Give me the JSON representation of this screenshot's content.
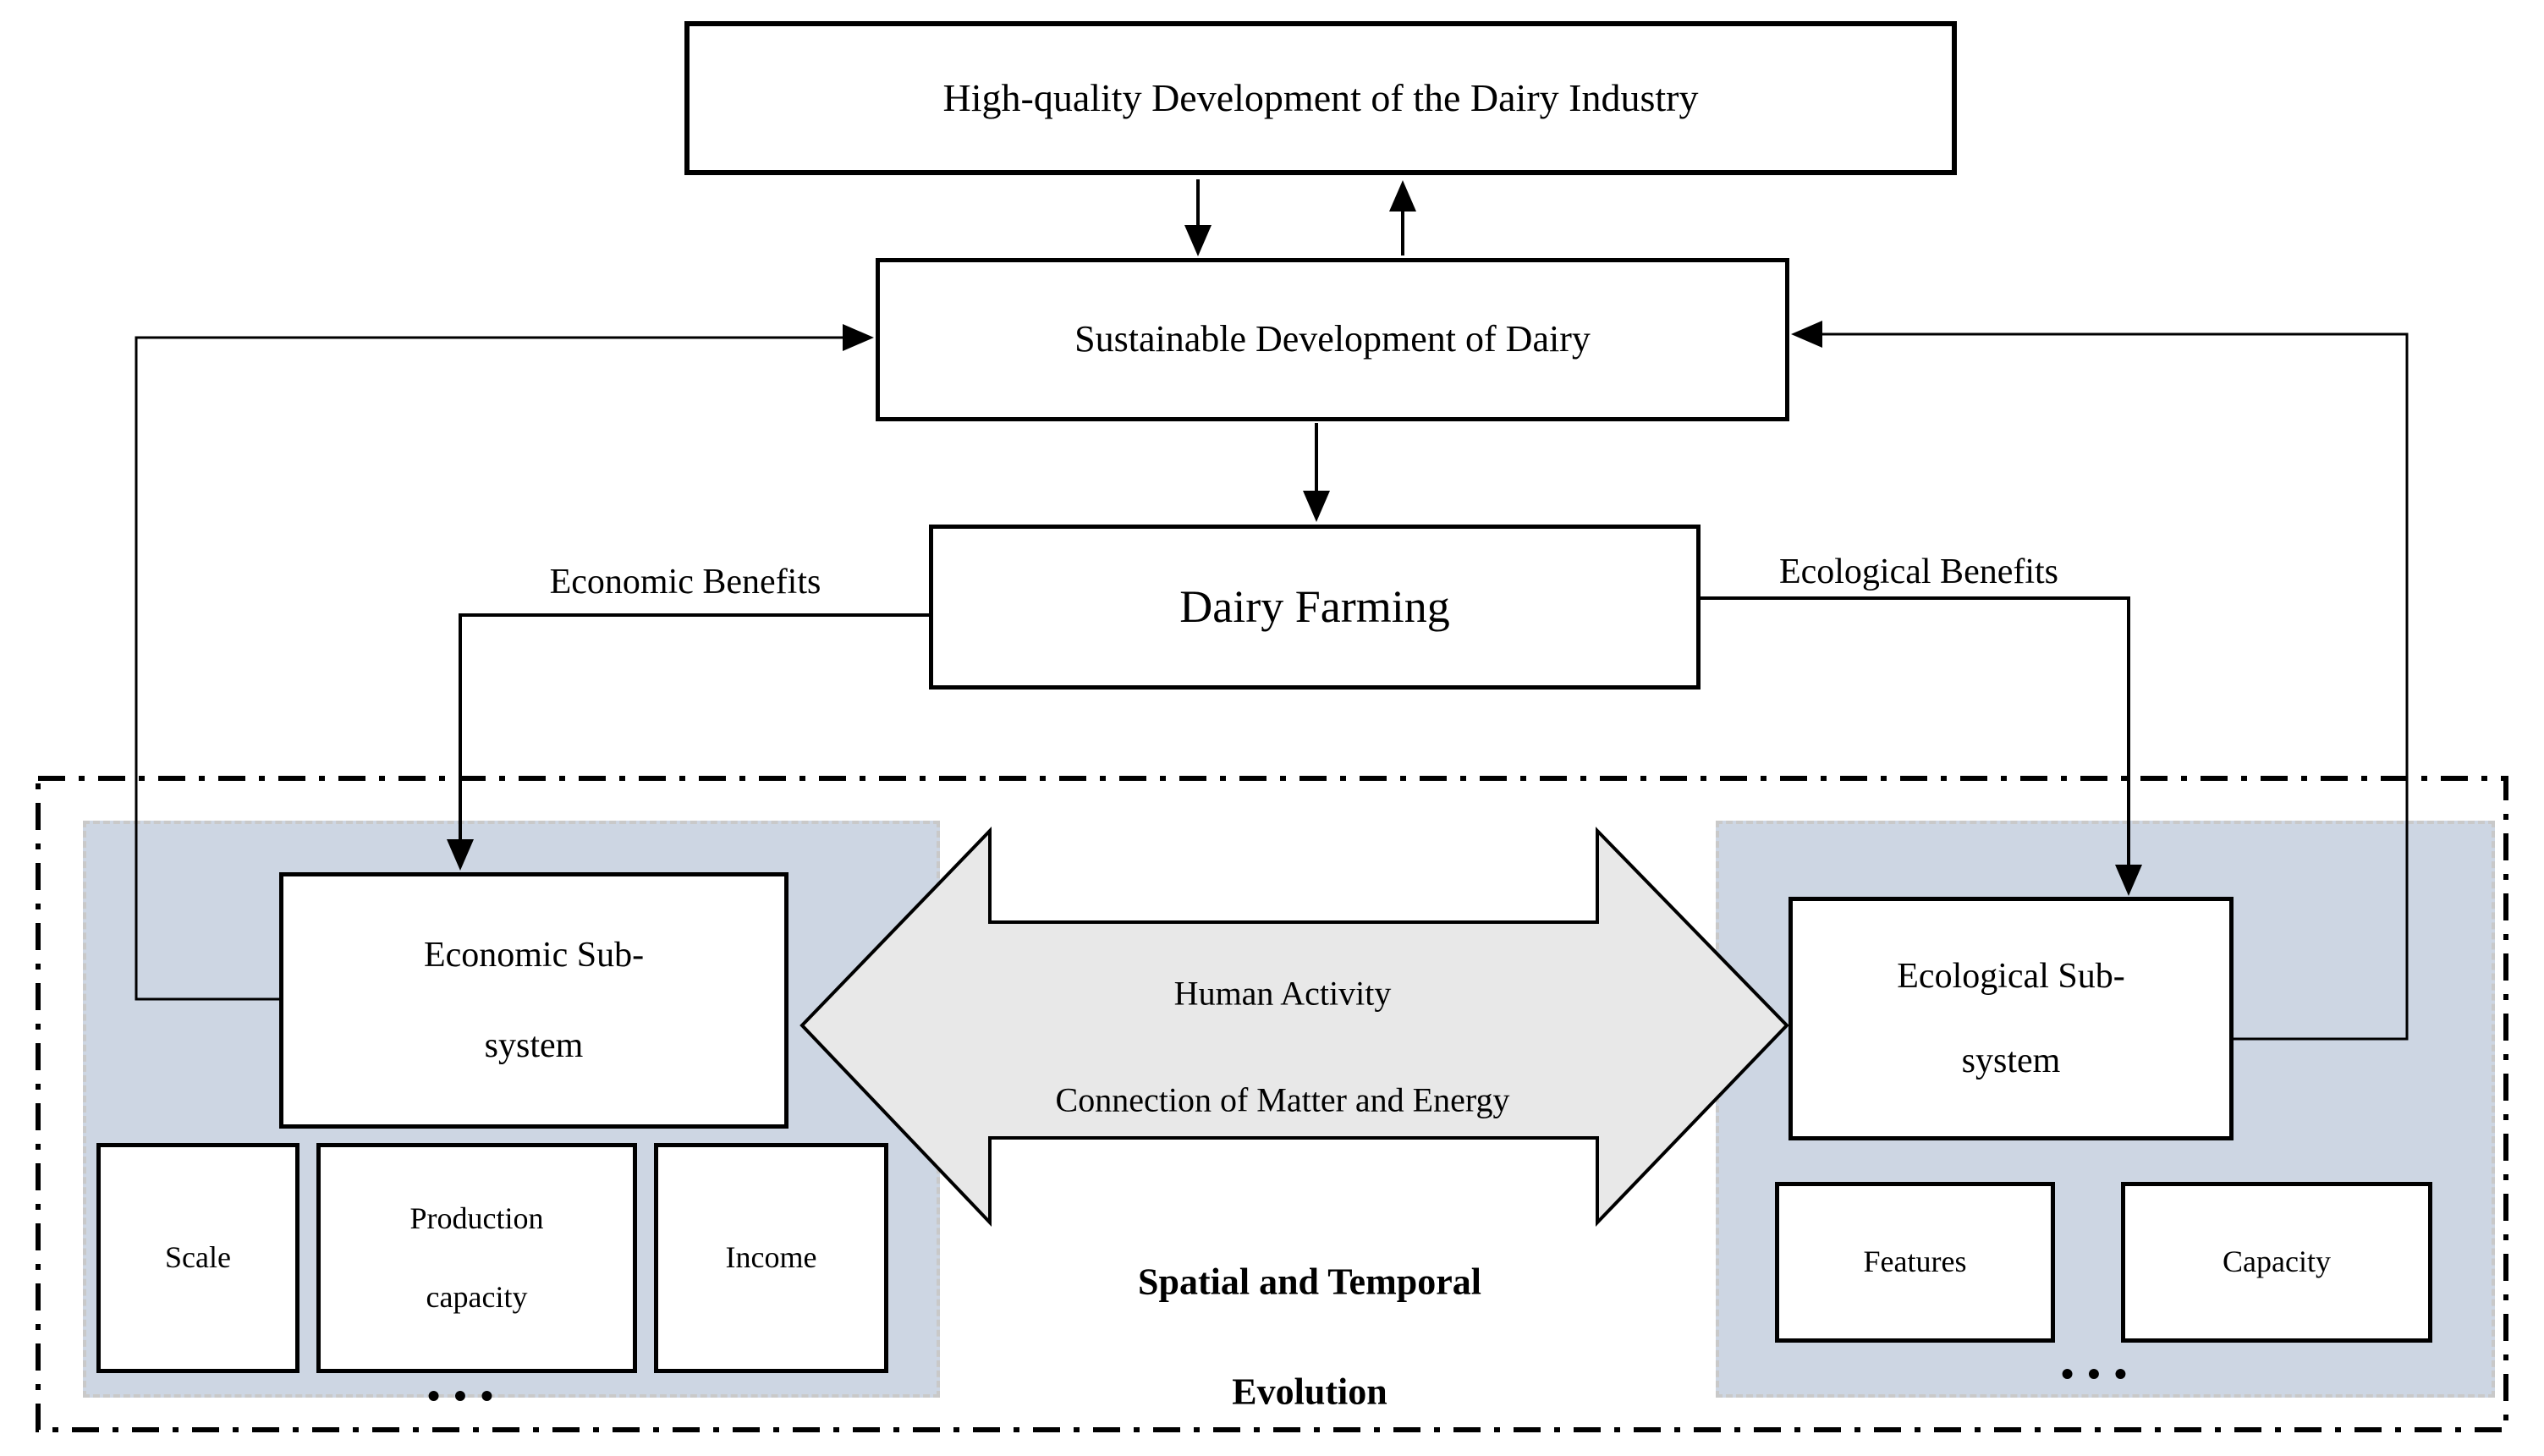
{
  "colors": {
    "panel_fill": "#cdd6e3",
    "panel_border": "#c9c9c9",
    "arrow_fill": "#e8e8e8",
    "line": "#000000",
    "background": "#ffffff"
  },
  "boxes": {
    "high_quality": "High-quality Development of the Dairy Industry",
    "sustainable": "Sustainable Development of Dairy",
    "dairy_farming": "Dairy Farming"
  },
  "labels": {
    "economic_benefits": "Economic Benefits",
    "ecological_benefits": "Ecological Benefits",
    "human_activity": "Human Activity",
    "connection": "Connection of Matter and Energy",
    "spatial_temporal_line1": "Spatial and Temporal",
    "spatial_temporal_line2": "Evolution"
  },
  "economic_subsystem": {
    "title_line1": "Economic Sub-",
    "title_line2": "system",
    "items": {
      "scale": "Scale",
      "production_line1": "Production",
      "production_line2": "capacity",
      "income": "Income"
    },
    "ellipsis": "•••"
  },
  "ecological_subsystem": {
    "title_line1": "Ecological Sub-",
    "title_line2": "system",
    "items": {
      "features": "Features",
      "capacity": "Capacity"
    },
    "ellipsis": "•••"
  }
}
